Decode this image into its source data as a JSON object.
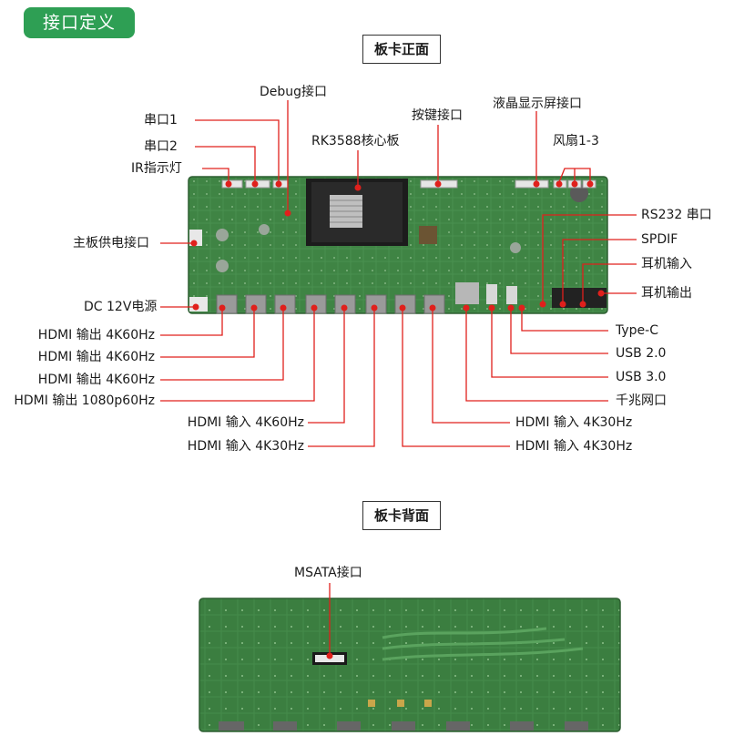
{
  "header": {
    "title": "接口定义"
  },
  "sections": {
    "front": "板卡正面",
    "back": "板卡背面"
  },
  "front_labels": {
    "debug": "Debug接口",
    "serial1": "串口1",
    "serial2": "串口2",
    "ir": "IR指示灯",
    "rk3588": "RK3588核心板",
    "keys": "按键接口",
    "lcd": "液晶显示屏接口",
    "fan": "风扇1-3",
    "power_main": "主板供电接口",
    "rs232": "RS232 串口",
    "spdif": "SPDIF",
    "ear_in": "耳机输入",
    "ear_out": "耳机输出",
    "dc12v": "DC 12V电源",
    "hdmi_out1": "HDMI 输出 4K60Hz",
    "hdmi_out2": "HDMI 输出 4K60Hz",
    "hdmi_out3": "HDMI 输出 4K60Hz",
    "hdmi_out4": "HDMI 输出 1080p60Hz",
    "hdmi_in1": "HDMI 输入 4K60Hz",
    "hdmi_in2": "HDMI 输入 4K30Hz",
    "typec": "Type-C",
    "usb2": "USB 2.0",
    "usb3": "USB 3.0",
    "gbe": "千兆网口",
    "hdmi_in3": "HDMI 输入 4K30Hz",
    "hdmi_in4": "HDMI 输入 4K30Hz"
  },
  "back_labels": {
    "msata": "MSATA接口"
  },
  "colors": {
    "brand_green": "#2e9f54",
    "pcb_green": "#3a7a3e",
    "marker_red": "#e0201c",
    "leader": "#e0201c"
  }
}
